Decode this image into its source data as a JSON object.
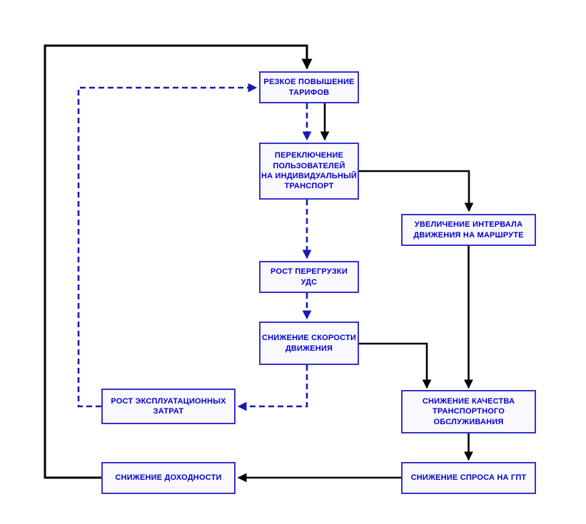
{
  "diagram": {
    "type": "flowchart",
    "language": "ru",
    "nodes": [
      {
        "id": "tariff_increase",
        "label": "РЕЗКОЕ ПОВЫШЕНИЕ\nТАРИФОВ"
      },
      {
        "id": "switch_to_individual",
        "label": "ПЕРЕКЛЮЧЕНИЕ\nПОЛЬЗОВАТЕЛЕЙ\nНА ИНДИВИДУАЛЬНЫЙ\nТРАНСПОРТ"
      },
      {
        "id": "headway_increase",
        "label": "УВЕЛИЧЕНИЕ ИНТЕРВАЛА\nДВИЖЕНИЯ НА МАРШРУТЕ"
      },
      {
        "id": "uds_overload_growth",
        "label": "РОСТ ПЕРЕГРУЗКИ\nУДС"
      },
      {
        "id": "speed_decrease",
        "label": "СНИЖЕНИЕ СКОРОСТИ\nДВИЖЕНИЯ"
      },
      {
        "id": "operating_costs_growth",
        "label": "РОСТ ЭКСПЛУАТАЦИОННЫХ\nЗАТРАТ"
      },
      {
        "id": "service_quality_decrease",
        "label": "СНИЖЕНИЕ КАЧЕСТВА\nТРАНСПОРТНОГО\nОБСЛУЖИВАНИЯ"
      },
      {
        "id": "profitability_decrease",
        "label": "СНИЖЕНИЕ ДОХОДНОСТИ"
      },
      {
        "id": "gpt_demand_decrease",
        "label": "СНИЖЕНИЕ СПРОСА НА ГПТ"
      }
    ],
    "edges": [
      {
        "from": "tariff_increase",
        "to": "switch_to_individual",
        "style": "solid"
      },
      {
        "from": "tariff_increase",
        "to": "switch_to_individual",
        "style": "dashed"
      },
      {
        "from": "switch_to_individual",
        "to": "headway_increase",
        "style": "solid"
      },
      {
        "from": "switch_to_individual",
        "to": "uds_overload_growth",
        "style": "dashed"
      },
      {
        "from": "uds_overload_growth",
        "to": "speed_decrease",
        "style": "dashed"
      },
      {
        "from": "speed_decrease",
        "to": "service_quality_decrease",
        "style": "solid"
      },
      {
        "from": "headway_increase",
        "to": "service_quality_decrease",
        "style": "solid"
      },
      {
        "from": "speed_decrease",
        "to": "operating_costs_growth",
        "style": "dashed"
      },
      {
        "from": "operating_costs_growth",
        "to": "tariff_increase",
        "style": "dashed"
      },
      {
        "from": "service_quality_decrease",
        "to": "gpt_demand_decrease",
        "style": "solid"
      },
      {
        "from": "gpt_demand_decrease",
        "to": "profitability_decrease",
        "style": "solid"
      },
      {
        "from": "profitability_decrease",
        "to": "tariff_increase",
        "style": "solid"
      }
    ],
    "colors": {
      "node_border": "#3333cc",
      "node_fill": "#f8f8fe",
      "node_text": "#0000cc",
      "solid_edge": "#000000",
      "dashed_edge": "#1a1aae",
      "background": "#ffffff"
    }
  }
}
